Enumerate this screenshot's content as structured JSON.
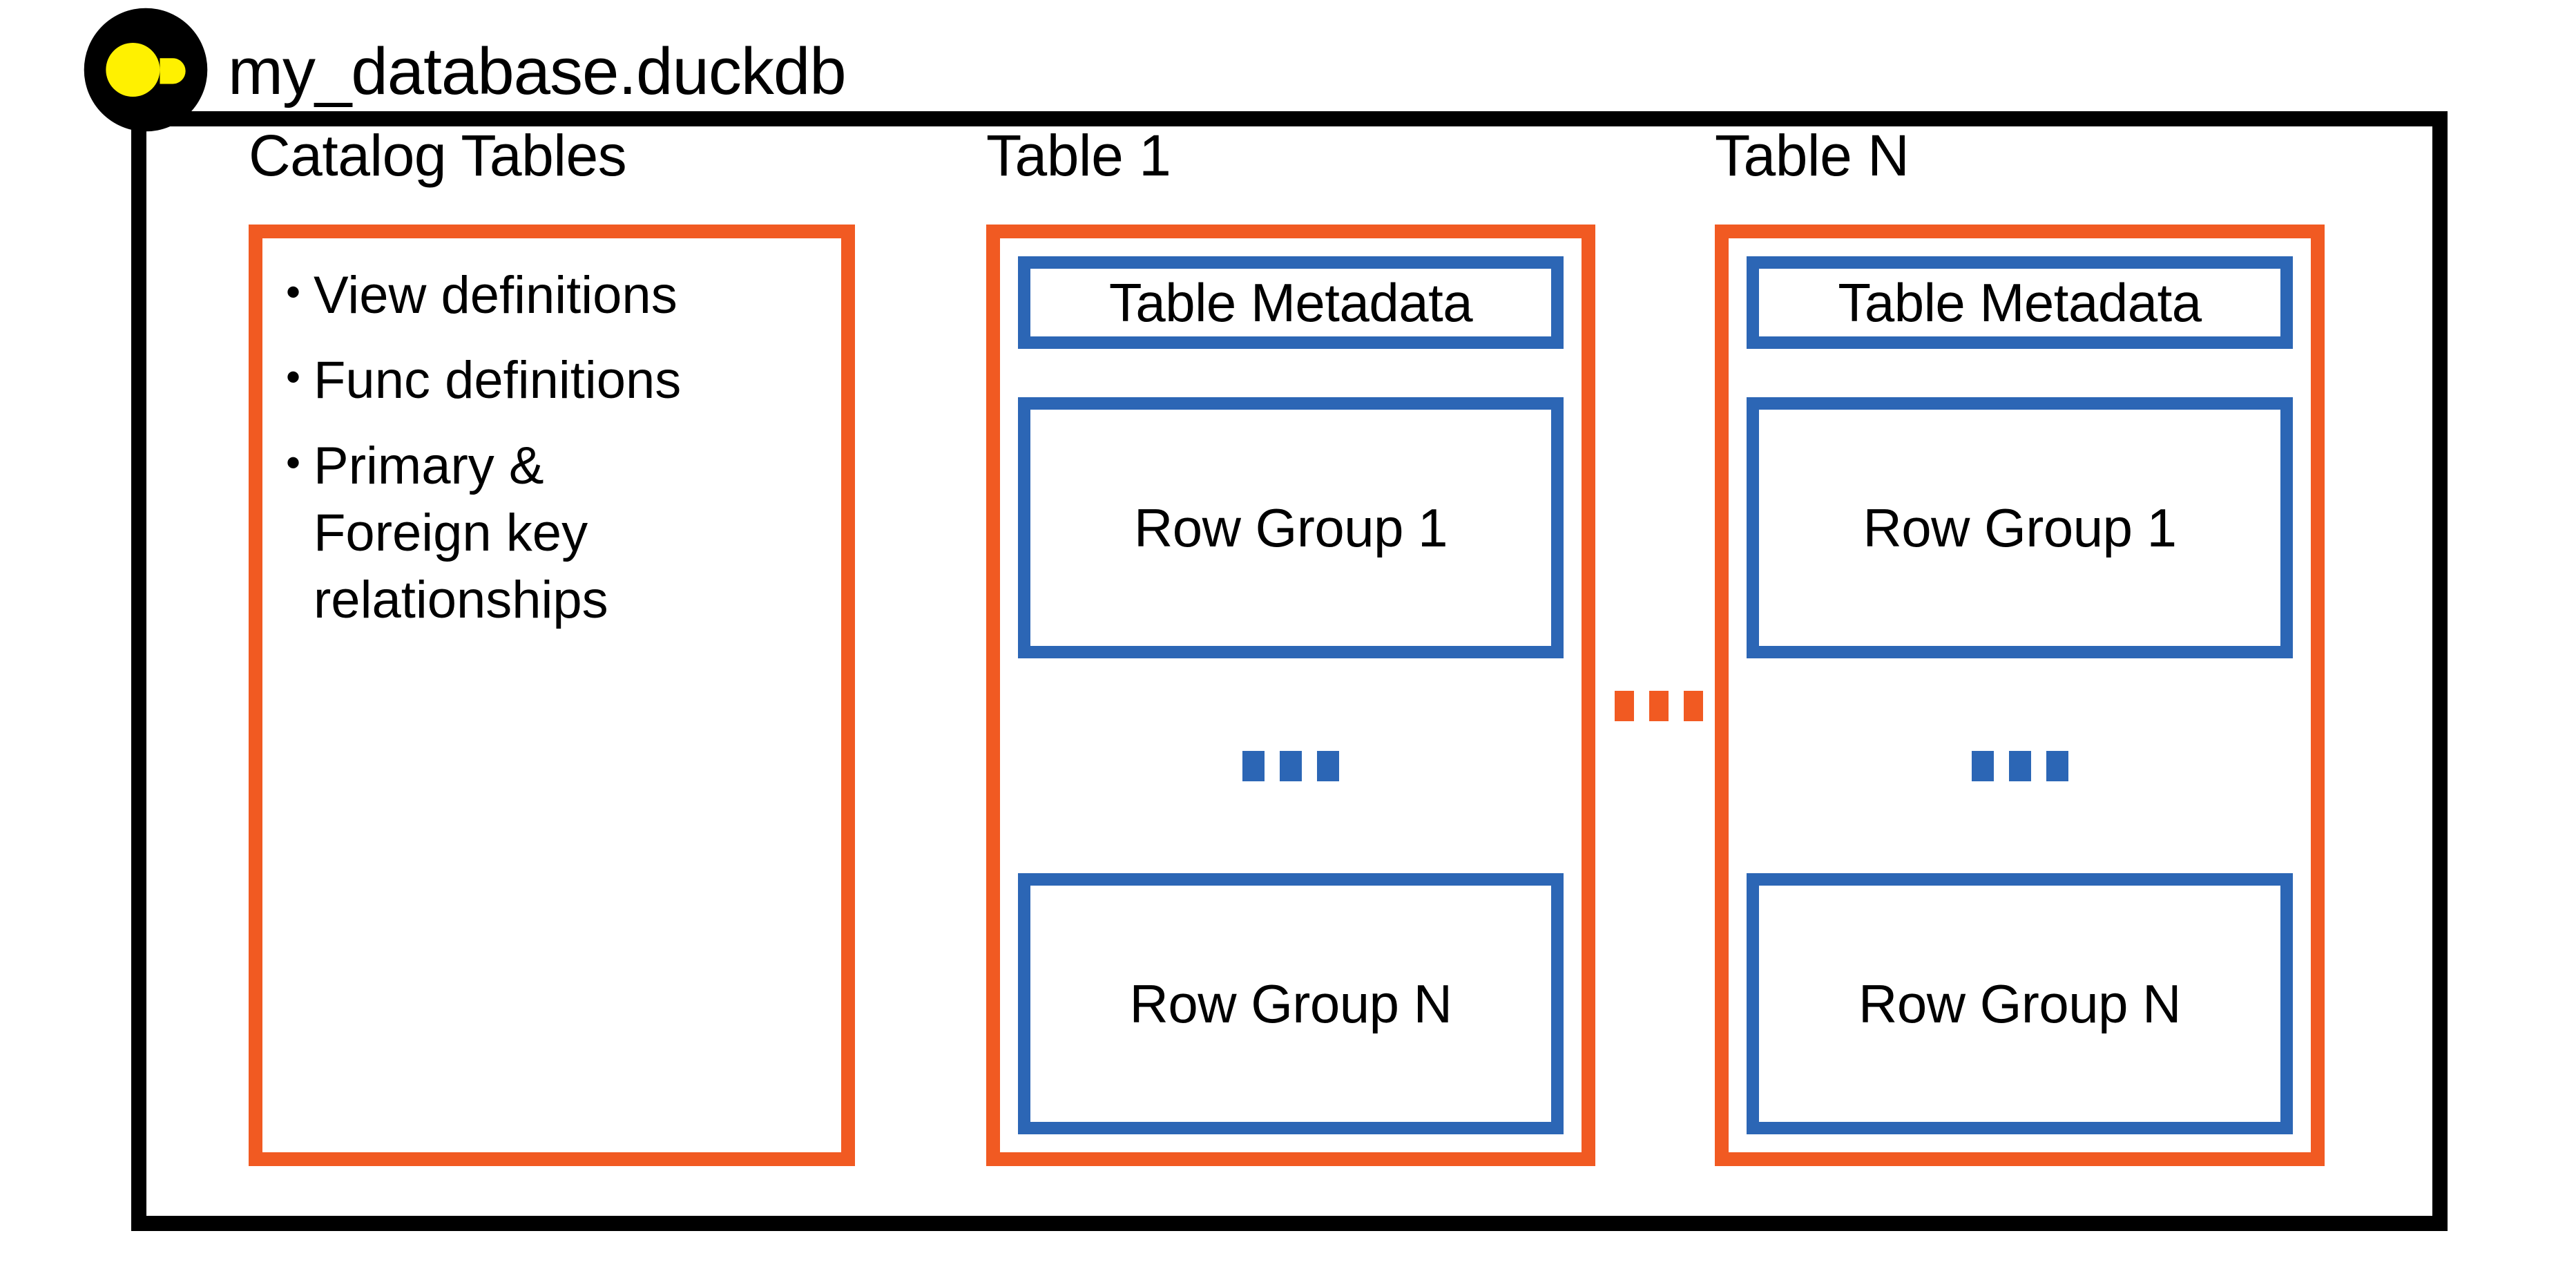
{
  "file": {
    "name": "my_database.duckdb",
    "logo_icon": "duckdb-logo-icon"
  },
  "colors": {
    "frame": "#000000",
    "group_border": "#F15A22",
    "inner_border": "#2C66B5",
    "logo_body": "#000000",
    "logo_eye": "#FFF100",
    "background": "#FFFFFF"
  },
  "columns": [
    {
      "id": "catalog",
      "title": "Catalog Tables",
      "kind": "bullet-list",
      "bullets": [
        "View definitions",
        "Func definitions",
        "Primary &\nForeign key\nrelationships"
      ]
    },
    {
      "id": "table1",
      "title": "Table 1",
      "kind": "table",
      "metadata_label": "Table Metadata",
      "row_groups": [
        "Row Group 1",
        "Row Group N"
      ],
      "ellipsis": "..."
    },
    {
      "id": "tableN",
      "title": "Table N",
      "kind": "table",
      "metadata_label": "Table Metadata",
      "row_groups": [
        "Row Group 1",
        "Row Group N"
      ],
      "ellipsis": "..."
    }
  ],
  "separator": {
    "ellipsis": "...",
    "color": "#F15A22"
  }
}
